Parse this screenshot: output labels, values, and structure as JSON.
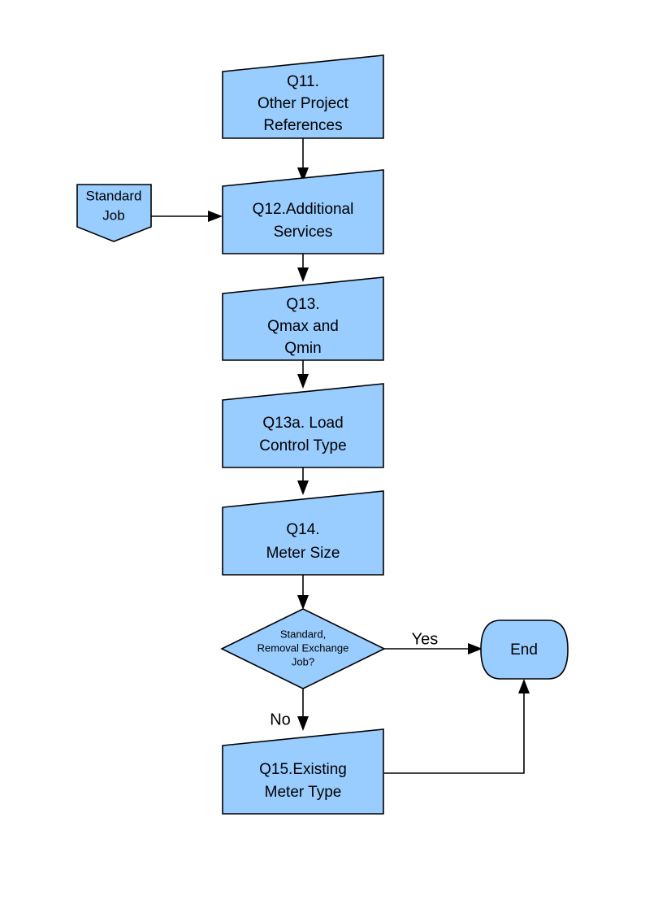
{
  "diagram": {
    "type": "flowchart",
    "background_color": "#ffffff",
    "node_fill_color": "#99ccff",
    "node_stroke_color": "#000000",
    "text_color": "#000000",
    "nodes": [
      {
        "id": "q11",
        "shape": "slanted-top-quadrilateral",
        "lines": [
          "Q11.",
          "Other Project",
          "References"
        ],
        "line1": "Q11.",
        "line2": "Other Project",
        "line3": "References"
      },
      {
        "id": "standard-job",
        "shape": "down-pointing-pentagon",
        "lines": [
          "Standard",
          "Job"
        ],
        "line1": "Standard",
        "line2": "Job"
      },
      {
        "id": "q12",
        "shape": "slanted-top-quadrilateral",
        "lines": [
          "Q12.Additional",
          "Services"
        ],
        "line1": "Q12.Additional",
        "line2": "Services"
      },
      {
        "id": "q13",
        "shape": "slanted-top-quadrilateral",
        "lines": [
          "Q13.",
          "Qmax and",
          "Qmin"
        ],
        "line1": "Q13.",
        "line2": "Qmax and",
        "line3": "Qmin"
      },
      {
        "id": "q13a",
        "shape": "slanted-top-quadrilateral",
        "lines": [
          "Q13a. Load",
          "Control Type"
        ],
        "line1": "Q13a. Load",
        "line2": "Control Type"
      },
      {
        "id": "q14",
        "shape": "slanted-top-quadrilateral",
        "lines": [
          "Q14.",
          "Meter Size"
        ],
        "line1": "Q14.",
        "line2": "Meter Size"
      },
      {
        "id": "decision",
        "shape": "diamond",
        "lines": [
          "Standard,",
          "Removal Exchange",
          "Job?"
        ],
        "line1": "Standard,",
        "line2": "Removal Exchange",
        "line3": "Job?"
      },
      {
        "id": "end",
        "shape": "rounded-terminator",
        "lines": [
          "End"
        ],
        "line1": "End"
      },
      {
        "id": "q15",
        "shape": "slanted-top-quadrilateral",
        "lines": [
          "Q15.Existing",
          "Meter Type"
        ],
        "line1": "Q15.Existing",
        "line2": "Meter Type"
      }
    ],
    "edges": [
      {
        "id": "e-q11-q12",
        "from": "q11",
        "to": "q12",
        "label": ""
      },
      {
        "id": "e-standardjob-q12",
        "from": "standard-job",
        "to": "q12",
        "label": ""
      },
      {
        "id": "e-q12-q13",
        "from": "q12",
        "to": "q13",
        "label": ""
      },
      {
        "id": "e-q13-q13a",
        "from": "q13",
        "to": "q13a",
        "label": ""
      },
      {
        "id": "e-q13a-q14",
        "from": "q13a",
        "to": "q14",
        "label": ""
      },
      {
        "id": "e-q14-decision",
        "from": "q14",
        "to": "decision",
        "label": ""
      },
      {
        "id": "e-decision-end",
        "from": "decision",
        "to": "end",
        "label": "Yes"
      },
      {
        "id": "e-decision-q15",
        "from": "decision",
        "to": "q15",
        "label": "No"
      },
      {
        "id": "e-q15-end",
        "from": "q15",
        "to": "end",
        "label": ""
      }
    ],
    "edge_labels": {
      "yes": "Yes",
      "no": "No"
    }
  }
}
